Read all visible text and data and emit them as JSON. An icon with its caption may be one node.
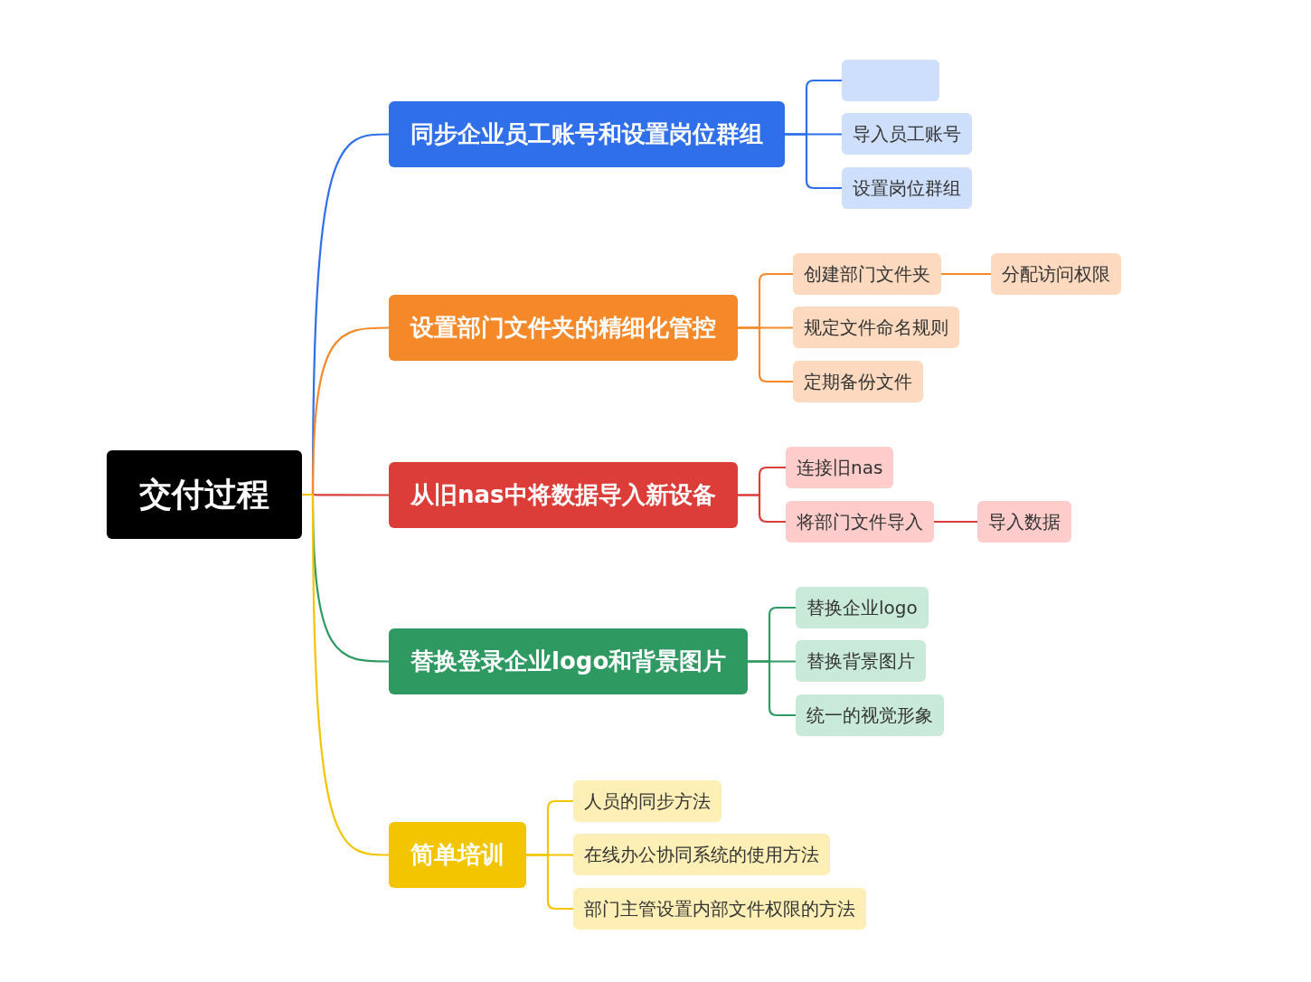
{
  "diagram": {
    "nodes": [
      {
        "text": [
          "交付过程"
        ]
      },
      {
        "text": [
          "同步企业员工账号和设置岗位群组"
        ]
      },
      {
        "text": [],
        "shape": "box"
      },
      {
        "text": [
          "导入员工账号"
        ]
      },
      {
        "text": [
          "设置岗位群组"
        ]
      },
      {
        "text": [
          "设置部门文件夹的精细化管控"
        ]
      },
      {
        "text": [
          "创建部门文件夹"
        ]
      },
      {
        "text": [
          "分配访问权限"
        ]
      },
      {
        "text": [
          "规定文件命名规则"
        ]
      },
      {
        "text": [
          "定期备份文件"
        ]
      },
      {
        "text": [
          "从旧nas中将数据导入新设备"
        ]
      },
      {
        "text": [
          "连接旧nas"
        ]
      },
      {
        "text": [
          "将部门文件导入"
        ]
      },
      {
        "text": [
          "导入数据"
        ]
      },
      {
        "text": [
          "替换登录企业logo和背景图片"
        ]
      },
      {
        "text": [
          "替换企业logo"
        ]
      },
      {
        "text": [
          "替换背景图片"
        ]
      },
      {
        "text": [
          "统一的视觉形象"
        ]
      },
      {
        "text": [
          "简单培训"
        ]
      },
      {
        "text": [
          "人员的同步方法"
        ]
      },
      {
        "text": [
          "在线办公协同系统的使用方法"
        ]
      },
      {
        "text": [
          "部门主管设置内部文件权限的方法"
        ]
      }
    ],
    "edges": [
      {
        "from": 0,
        "to": 1,
        "arrow": "none",
        "color": "#2f6fea"
      },
      {
        "from": 0,
        "to": 5,
        "arrow": "none",
        "color": "#f5892a"
      },
      {
        "from": 0,
        "to": 10,
        "arrow": "none",
        "color": "#dc3d38"
      },
      {
        "from": 0,
        "to": 14,
        "arrow": "none",
        "color": "#2e9a62"
      },
      {
        "from": 0,
        "to": 18,
        "arrow": "none",
        "color": "#f2c500"
      },
      {
        "from": 1,
        "to": 2,
        "arrow": "none",
        "color": "#2f6fea"
      },
      {
        "from": 1,
        "to": 3,
        "arrow": "none",
        "color": "#2f6fea"
      },
      {
        "from": 1,
        "to": 4,
        "arrow": "none",
        "color": "#2f6fea"
      },
      {
        "from": 5,
        "to": 6,
        "arrow": "none",
        "color": "#f5892a"
      },
      {
        "from": 6,
        "to": 7,
        "arrow": "none",
        "color": "#f5892a"
      },
      {
        "from": 5,
        "to": 8,
        "arrow": "none",
        "color": "#f5892a"
      },
      {
        "from": 5,
        "to": 9,
        "arrow": "none",
        "color": "#f5892a"
      },
      {
        "from": 10,
        "to": 11,
        "arrow": "none",
        "color": "#dc3d38"
      },
      {
        "from": 10,
        "to": 12,
        "arrow": "none",
        "color": "#dc3d38"
      },
      {
        "from": 12,
        "to": 13,
        "arrow": "none",
        "color": "#dc3d38"
      },
      {
        "from": 14,
        "to": 15,
        "arrow": "none",
        "color": "#2e9a62"
      },
      {
        "from": 14,
        "to": 16,
        "arrow": "none",
        "color": "#2e9a62"
      },
      {
        "from": 14,
        "to": 17,
        "arrow": "none",
        "color": "#2e9a62"
      },
      {
        "from": 18,
        "to": 19,
        "arrow": "none",
        "color": "#f2c500"
      },
      {
        "from": 18,
        "to": 20,
        "arrow": "none",
        "color": "#f2c500"
      },
      {
        "from": 18,
        "to": 21,
        "arrow": "none",
        "color": "#f2c500"
      }
    ]
  }
}
